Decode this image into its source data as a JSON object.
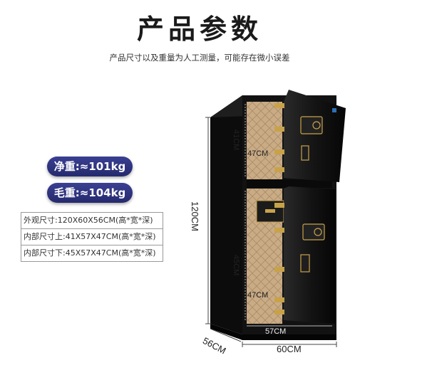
{
  "header": {
    "title": "产品参数",
    "subtitle": "产品尺寸以及重量为人工测量，可能存在微小误差"
  },
  "weights": {
    "net": "净重:≈101kg",
    "gross": "毛重:≈104kg"
  },
  "specs": [
    "外观尺寸:120X60X56CM(高*宽*深)",
    "内部尺寸上:41X57X47CM(高*宽*深)",
    "内部尺寸下:45X57X47CM(高*宽*深)"
  ],
  "dimensions": {
    "height": "120CM",
    "width": "60CM",
    "depth": "56CM",
    "inner_top_height": "41CM",
    "inner_top_depth": "47CM",
    "inner_bottom_height": "45CM",
    "inner_bottom_depth": "47CM",
    "inner_width": "57CM"
  },
  "colors": {
    "pill": "#2f347e",
    "safe_body": "#111111",
    "lining": "#c9ab86",
    "gold": "#c8a24a"
  }
}
